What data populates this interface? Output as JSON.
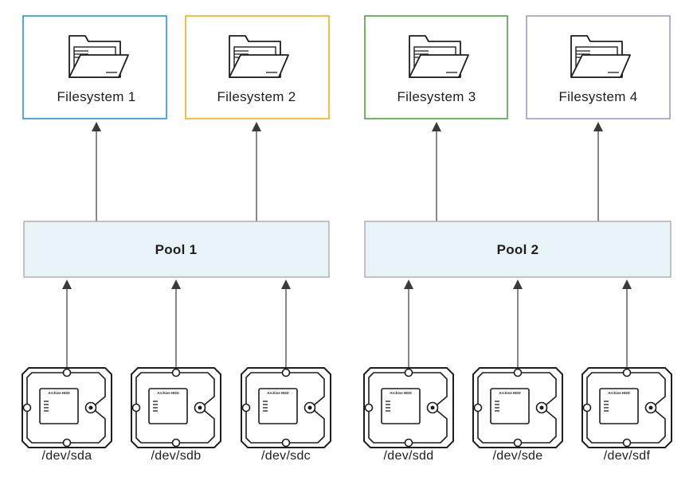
{
  "filesystems": [
    {
      "label": "Filesystem 1",
      "border_color": "#1a8cd8"
    },
    {
      "label": "Filesystem 2",
      "border_color": "#f0ab00"
    },
    {
      "label": "Filesystem 3",
      "border_color": "#3f9c35"
    },
    {
      "label": "Filesystem 4",
      "border_color": "#a18fce"
    }
  ],
  "pools": [
    {
      "label": "Pool 1",
      "fill_color": "#e8f3f8",
      "border_color": "#9aa0a4"
    },
    {
      "label": "Pool 2",
      "fill_color": "#e8f3f8",
      "border_color": "#9aa0a4"
    }
  ],
  "disks": [
    {
      "device": "/dev/sda",
      "disk_label": "Archive HDD"
    },
    {
      "device": "/dev/sdb",
      "disk_label": "Archive HDD"
    },
    {
      "device": "/dev/sdc",
      "disk_label": "Archive HDD"
    },
    {
      "device": "/dev/sdd",
      "disk_label": "Archive HDD"
    },
    {
      "device": "/dev/sde",
      "disk_label": "Archive HDD"
    },
    {
      "device": "/dev/sdf",
      "disk_label": "Archive HDD"
    }
  ],
  "icons": {
    "filesystem": "folder-icon",
    "disk": "hard-drive-icon"
  }
}
